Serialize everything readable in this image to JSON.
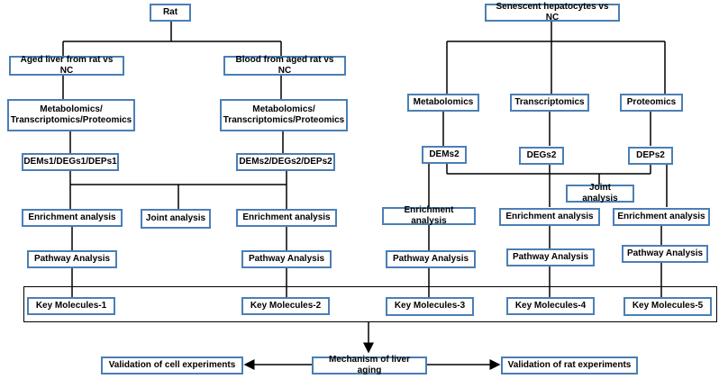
{
  "left_root": "Rat",
  "right_root": "Senescent hepatocytes vs NC",
  "liver_branch": "Aged liver from rat vs NC",
  "blood_branch": "Blood from aged rat vs NC",
  "omics_liver_line1": "Metabolomics/",
  "omics_liver_line2": "Transcriptomics/Proteomics",
  "omics_blood_line1": "Metabolomics/",
  "omics_blood_line2": "Transcriptomics/Proteomics",
  "metabolomics": "Metabolomics",
  "transcriptomics": "Transcriptomics",
  "proteomics": "Proteomics",
  "dems1": "DEMs1/DEGs1/DEPs1",
  "dems2_group": "DEMs2/DEGs2/DEPs2",
  "dems2": "DEMs2",
  "degs2": "DEGs2",
  "deps2": "DEPs2",
  "enrichment": "Enrichment analysis",
  "joint": "Joint analysis",
  "pathway": "Pathway Analysis",
  "key1": "Key Molecules-1",
  "key2": "Key Molecules-2",
  "key3": "Key Molecules-3",
  "key4": "Key Molecules-4",
  "key5": "Key Molecules-5",
  "mechanism": "Mechanism of liver aging",
  "validation_cell": "Validation of cell experiments",
  "validation_rat": "Validation of rat experiments",
  "colors": {
    "box_border": "#4a7fb5",
    "line": "#000000"
  }
}
